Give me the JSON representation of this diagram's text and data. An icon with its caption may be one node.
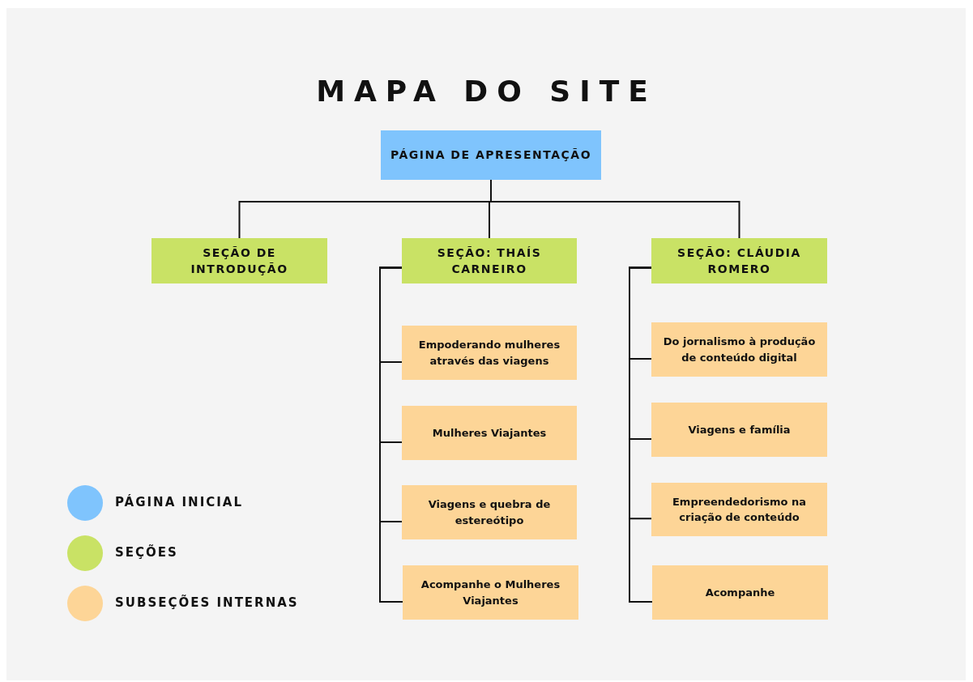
{
  "diagram": {
    "title": "MAPA DO SITE",
    "nodes": [
      {
        "text": [
          "PÁGINA DE APRESENTAÇÃO"
        ]
      },
      {
        "text": [
          "SEÇÃO DE INTRODUÇÃO"
        ]
      },
      {
        "text": [
          "SEÇÃO: THAÍS CARNEIRO"
        ]
      },
      {
        "text": [
          "SEÇÃO: CLÁUDIA ROMERO"
        ]
      },
      {
        "text": [
          "Empoderando mulheres através das viagens"
        ]
      },
      {
        "text": [
          "Mulheres Viajantes"
        ]
      },
      {
        "text": [
          "Viagens e quebra de estereótipo"
        ]
      },
      {
        "text": [
          "Acompanhe o Mulheres Viajantes"
        ]
      },
      {
        "text": [
          "Do jornalismo à produção de conteúdo digital"
        ]
      },
      {
        "text": [
          "Viagens e família"
        ]
      },
      {
        "text": [
          "Empreendedorismo na criação de conteúdo"
        ]
      },
      {
        "text": [
          "Acompanhe"
        ]
      }
    ],
    "edges": [
      {
        "from": 0,
        "to": 1,
        "arrow": "none"
      },
      {
        "from": 0,
        "to": 2,
        "arrow": "none"
      },
      {
        "from": 0,
        "to": 3,
        "arrow": "none"
      },
      {
        "from": 2,
        "to": 4,
        "arrow": "none"
      },
      {
        "from": 2,
        "to": 5,
        "arrow": "none"
      },
      {
        "from": 2,
        "to": 6,
        "arrow": "none"
      },
      {
        "from": 2,
        "to": 7,
        "arrow": "none"
      },
      {
        "from": 3,
        "to": 8,
        "arrow": "none"
      },
      {
        "from": 3,
        "to": 9,
        "arrow": "none"
      },
      {
        "from": 3,
        "to": 10,
        "arrow": "none"
      },
      {
        "from": 3,
        "to": 11,
        "arrow": "none"
      }
    ],
    "legend": [
      {
        "text": "PÁGINA INICIAL",
        "color": "#7fc4fd"
      },
      {
        "text": "SEÇÕES",
        "color": "#c9e265"
      },
      {
        "text": "SUBSEÇÕES INTERNAS",
        "color": "#fdd597"
      }
    ]
  }
}
